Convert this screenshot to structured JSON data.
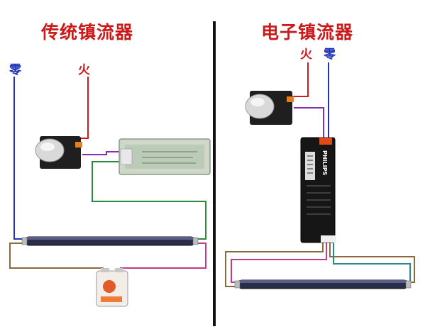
{
  "left_panel": {
    "title": "传统镇流器",
    "neutral_label": "零",
    "live_label": "火"
  },
  "right_panel": {
    "title": "电子镇流器",
    "live_label": "火",
    "neutral_label": "零",
    "ballast_brand": "PHILIPS"
  },
  "colors": {
    "live_wire": "#d11a1a",
    "neutral_wire": "#2233bb",
    "switch_wire": "#8a2ab0",
    "green_wire": "#2a8a3a",
    "brown_wire": "#8a6a3a",
    "pink_wire": "#c23a8a",
    "teal_wire": "#2a8a8a",
    "divider": "#111111"
  }
}
